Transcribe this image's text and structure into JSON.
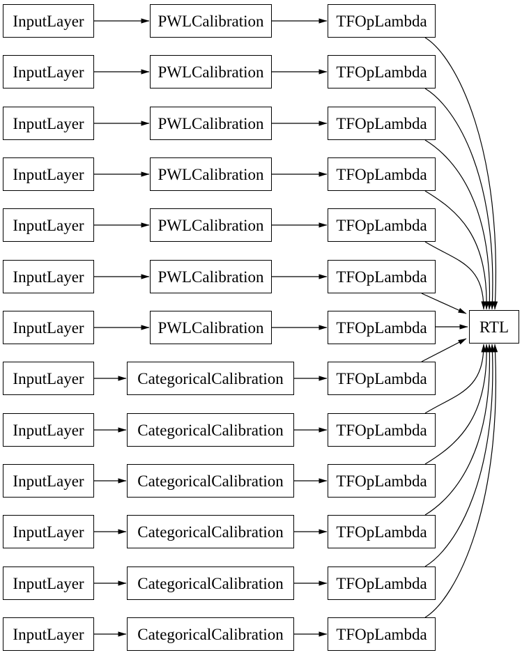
{
  "diagram": {
    "rows": [
      {
        "input": "InputLayer",
        "calibration": "PWLCalibration",
        "lambda": "TFOpLambda"
      },
      {
        "input": "InputLayer",
        "calibration": "PWLCalibration",
        "lambda": "TFOpLambda"
      },
      {
        "input": "InputLayer",
        "calibration": "PWLCalibration",
        "lambda": "TFOpLambda"
      },
      {
        "input": "InputLayer",
        "calibration": "PWLCalibration",
        "lambda": "TFOpLambda"
      },
      {
        "input": "InputLayer",
        "calibration": "PWLCalibration",
        "lambda": "TFOpLambda"
      },
      {
        "input": "InputLayer",
        "calibration": "PWLCalibration",
        "lambda": "TFOpLambda"
      },
      {
        "input": "InputLayer",
        "calibration": "PWLCalibration",
        "lambda": "TFOpLambda"
      },
      {
        "input": "InputLayer",
        "calibration": "CategoricalCalibration",
        "lambda": "TFOpLambda"
      },
      {
        "input": "InputLayer",
        "calibration": "CategoricalCalibration",
        "lambda": "TFOpLambda"
      },
      {
        "input": "InputLayer",
        "calibration": "CategoricalCalibration",
        "lambda": "TFOpLambda"
      },
      {
        "input": "InputLayer",
        "calibration": "CategoricalCalibration",
        "lambda": "TFOpLambda"
      },
      {
        "input": "InputLayer",
        "calibration": "CategoricalCalibration",
        "lambda": "TFOpLambda"
      },
      {
        "input": "InputLayer",
        "calibration": "CategoricalCalibration",
        "lambda": "TFOpLambda"
      }
    ],
    "output_node": {
      "label": "RTL"
    }
  },
  "colors": {
    "background": "#ffffff",
    "node_fill": "#ffffff",
    "node_border": "#000000",
    "edge": "#000000",
    "text": "#000000"
  }
}
